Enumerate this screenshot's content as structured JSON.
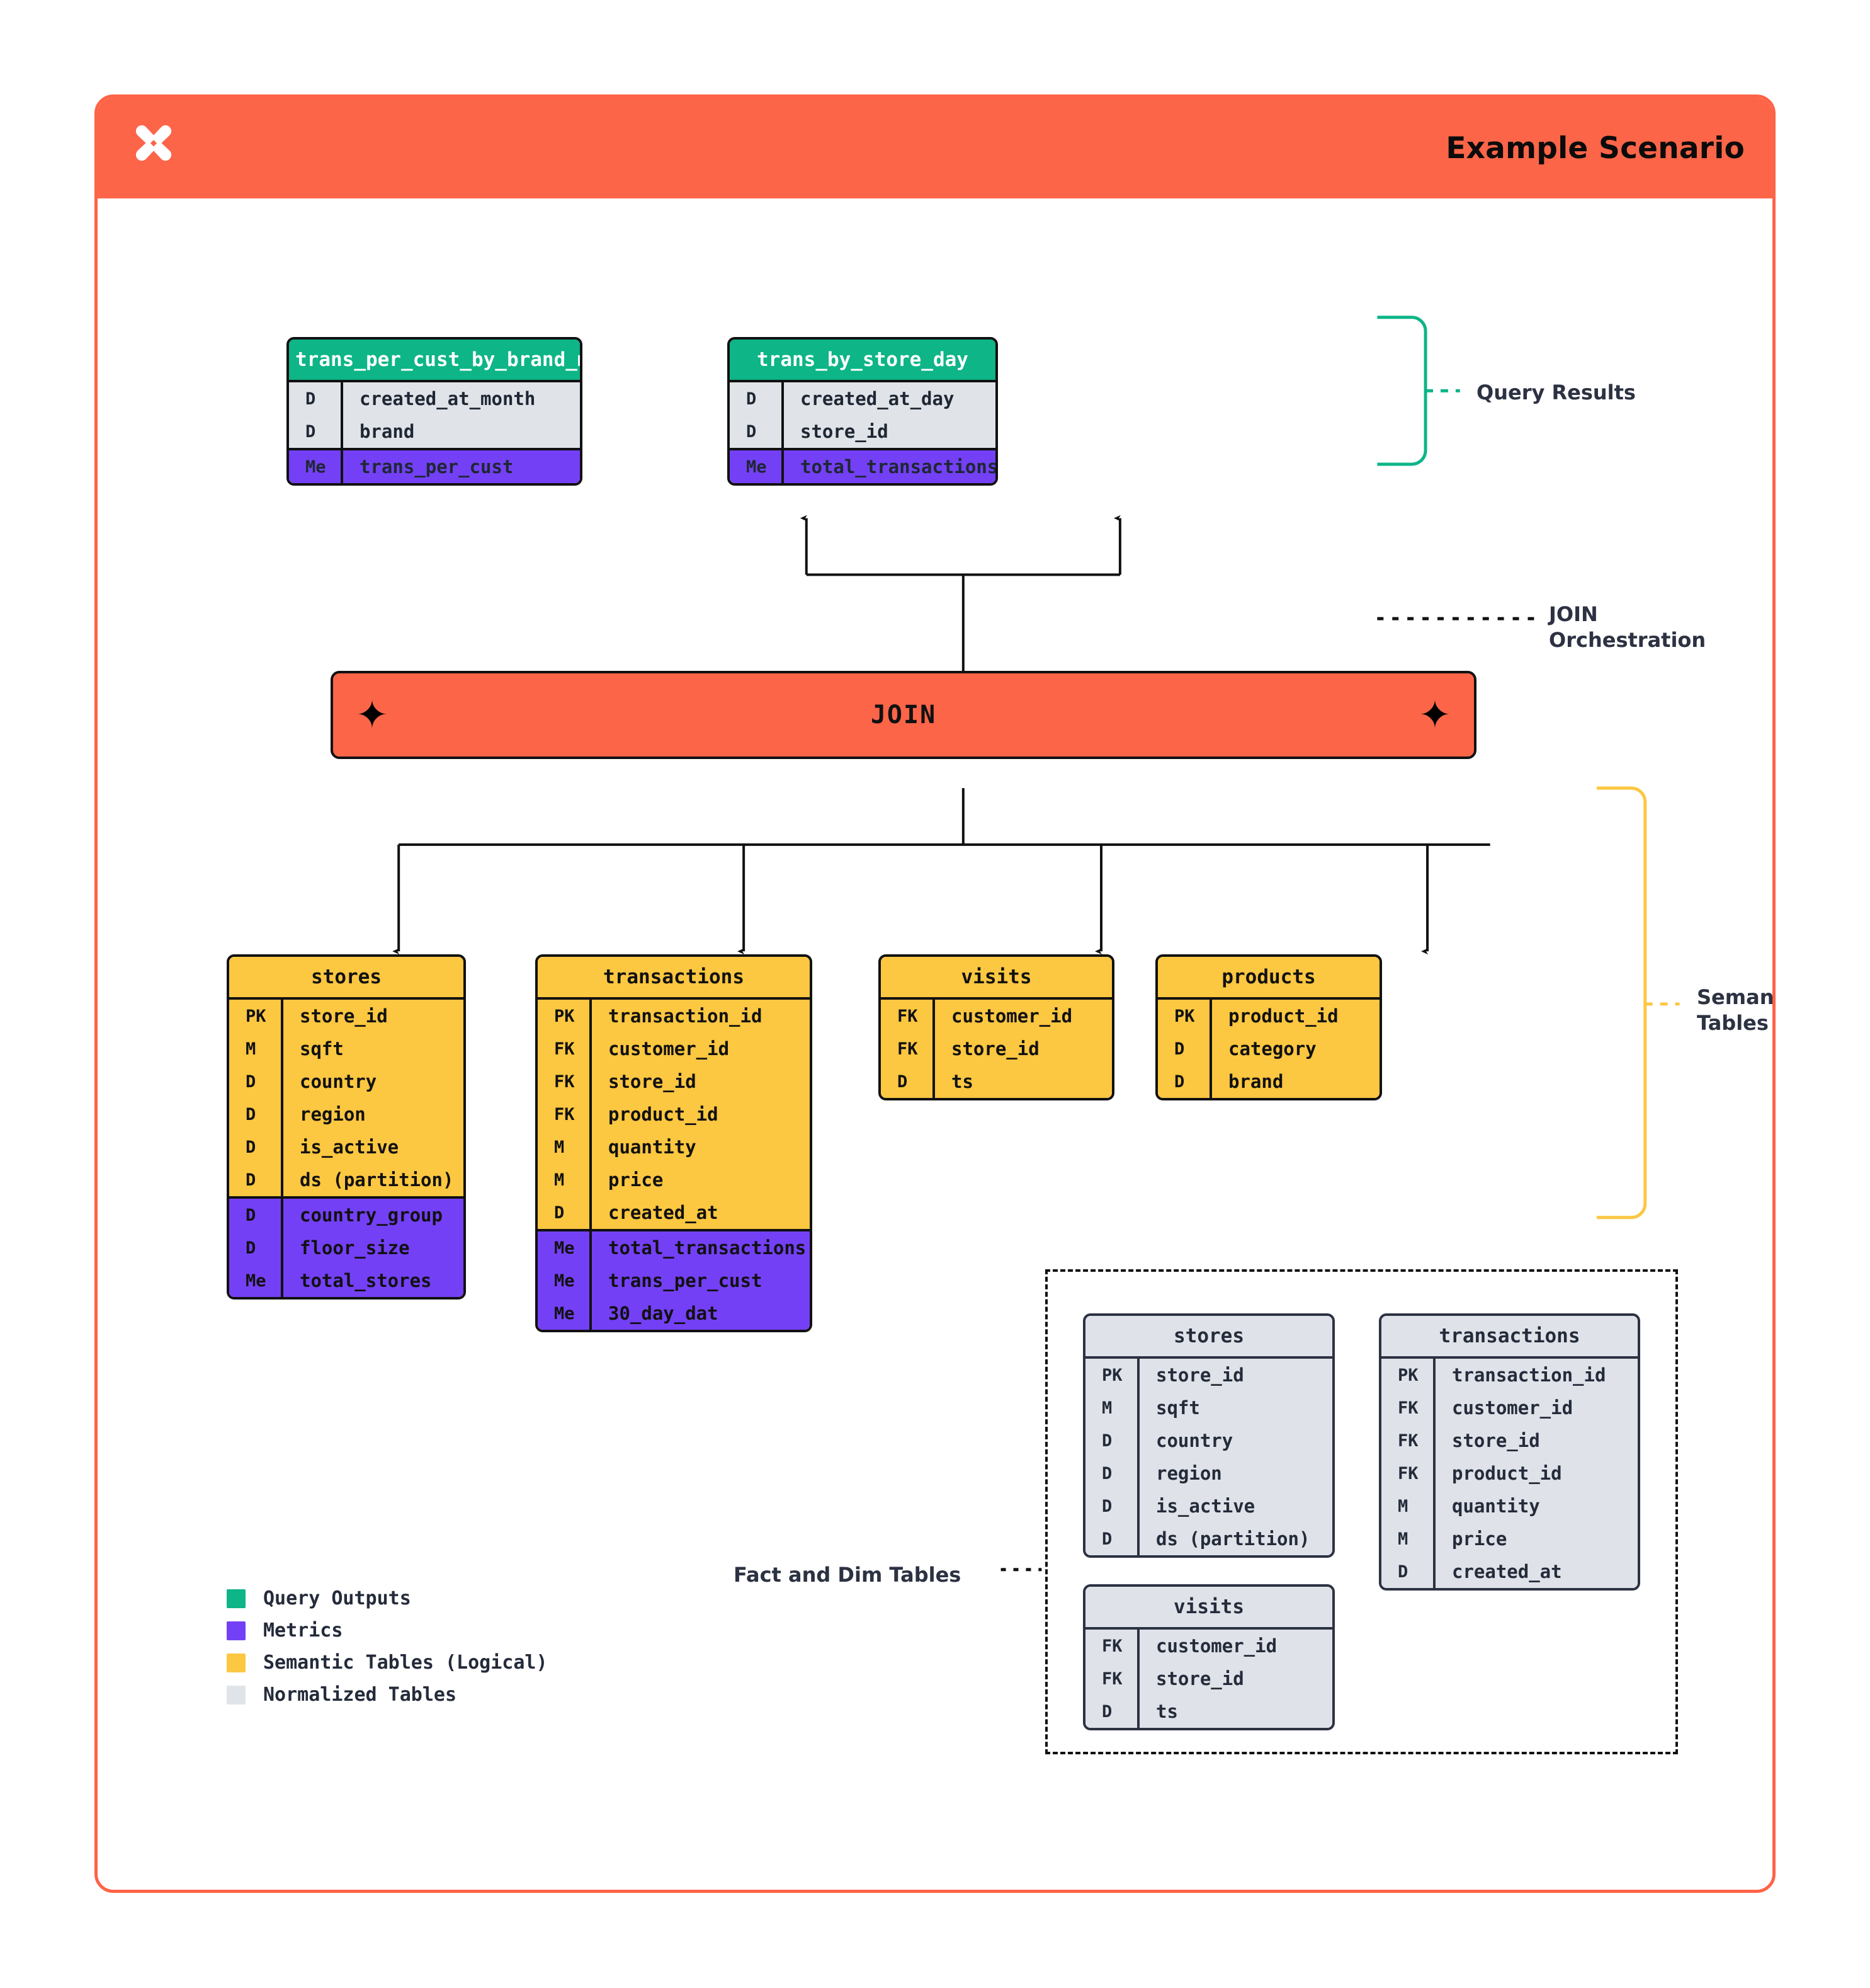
{
  "header": {
    "logo_icon": "x-star-logo-icon",
    "title": "Example Scenario"
  },
  "query_results": {
    "annotation": "Query Results",
    "tables": [
      {
        "name": "trans_per_cust_by_brand_month",
        "fields": [
          {
            "key": "D",
            "value": "created_at_month"
          },
          {
            "key": "D",
            "value": "brand"
          }
        ],
        "metrics": [
          {
            "key": "Me",
            "value": "trans_per_cust"
          }
        ]
      },
      {
        "name": "trans_by_store_day",
        "fields": [
          {
            "key": "D",
            "value": "created_at_day"
          },
          {
            "key": "D",
            "value": "store_id"
          }
        ],
        "metrics": [
          {
            "key": "Me",
            "value": "total_transactions"
          }
        ]
      }
    ]
  },
  "join": {
    "label": "JOIN",
    "annotation_line1": "JOIN",
    "annotation_line2": "Orchestration",
    "spark_icon": "sparkle-icon"
  },
  "semantic": {
    "annotation_line1": "Semantic",
    "annotation_line2": "Tables",
    "tables": [
      {
        "name": "stores",
        "fields": [
          {
            "key": "PK",
            "value": "store_id"
          },
          {
            "key": "M",
            "value": "sqft"
          },
          {
            "key": "D",
            "value": "country"
          },
          {
            "key": "D",
            "value": "region"
          },
          {
            "key": "D",
            "value": "is_active"
          },
          {
            "key": "D",
            "value": "ds (partition)"
          }
        ],
        "metrics": [
          {
            "key": "D",
            "value": "country_group"
          },
          {
            "key": "D",
            "value": "floor_size"
          },
          {
            "key": "Me",
            "value": "total_stores"
          }
        ]
      },
      {
        "name": "transactions",
        "fields": [
          {
            "key": "PK",
            "value": "transaction_id"
          },
          {
            "key": "FK",
            "value": "customer_id"
          },
          {
            "key": "FK",
            "value": "store_id"
          },
          {
            "key": "FK",
            "value": "product_id"
          },
          {
            "key": "M",
            "value": "quantity"
          },
          {
            "key": "M",
            "value": "price"
          },
          {
            "key": "D",
            "value": "created_at"
          }
        ],
        "metrics": [
          {
            "key": "Me",
            "value": "total_transactions"
          },
          {
            "key": "Me",
            "value": "trans_per_cust"
          },
          {
            "key": "Me",
            "value": "30_day_dat"
          }
        ]
      },
      {
        "name": "visits",
        "fields": [
          {
            "key": "FK",
            "value": "customer_id"
          },
          {
            "key": "FK",
            "value": "store_id"
          },
          {
            "key": "D",
            "value": "ts"
          }
        ],
        "metrics": []
      },
      {
        "name": "products",
        "fields": [
          {
            "key": "PK",
            "value": "product_id"
          },
          {
            "key": "D",
            "value": "category"
          },
          {
            "key": "D",
            "value": "brand"
          }
        ],
        "metrics": []
      }
    ]
  },
  "fact_dim": {
    "annotation": "Fact and Dim Tables",
    "tables": [
      {
        "name": "stores",
        "fields": [
          {
            "key": "PK",
            "value": "store_id"
          },
          {
            "key": "M",
            "value": "sqft"
          },
          {
            "key": "D",
            "value": "country"
          },
          {
            "key": "D",
            "value": "region"
          },
          {
            "key": "D",
            "value": "is_active"
          },
          {
            "key": "D",
            "value": "ds (partition)"
          }
        ]
      },
      {
        "name": "transactions",
        "fields": [
          {
            "key": "PK",
            "value": "transaction_id"
          },
          {
            "key": "FK",
            "value": "customer_id"
          },
          {
            "key": "FK",
            "value": "store_id"
          },
          {
            "key": "FK",
            "value": "product_id"
          },
          {
            "key": "M",
            "value": "quantity"
          },
          {
            "key": "M",
            "value": "price"
          },
          {
            "key": "D",
            "value": "created_at"
          }
        ]
      },
      {
        "name": "visits",
        "fields": [
          {
            "key": "FK",
            "value": "customer_id"
          },
          {
            "key": "FK",
            "value": "store_id"
          },
          {
            "key": "D",
            "value": "ts"
          }
        ]
      }
    ]
  },
  "legend": {
    "items": [
      {
        "color": "#0DB587",
        "label": "Query Outputs"
      },
      {
        "color": "#7440F5",
        "label": "Metrics"
      },
      {
        "color": "#FCC741",
        "label": "Semantic Tables (Logical)"
      },
      {
        "color": "#E0E3E8",
        "label": "Normalized Tables"
      }
    ]
  },
  "colors": {
    "brand_orange": "#FC6548",
    "query_green": "#0DB587",
    "metric_purple": "#7440F5",
    "semantic_yellow": "#FCC741",
    "normalized_grey": "#E0E3E8",
    "ink": "#2C3242"
  }
}
